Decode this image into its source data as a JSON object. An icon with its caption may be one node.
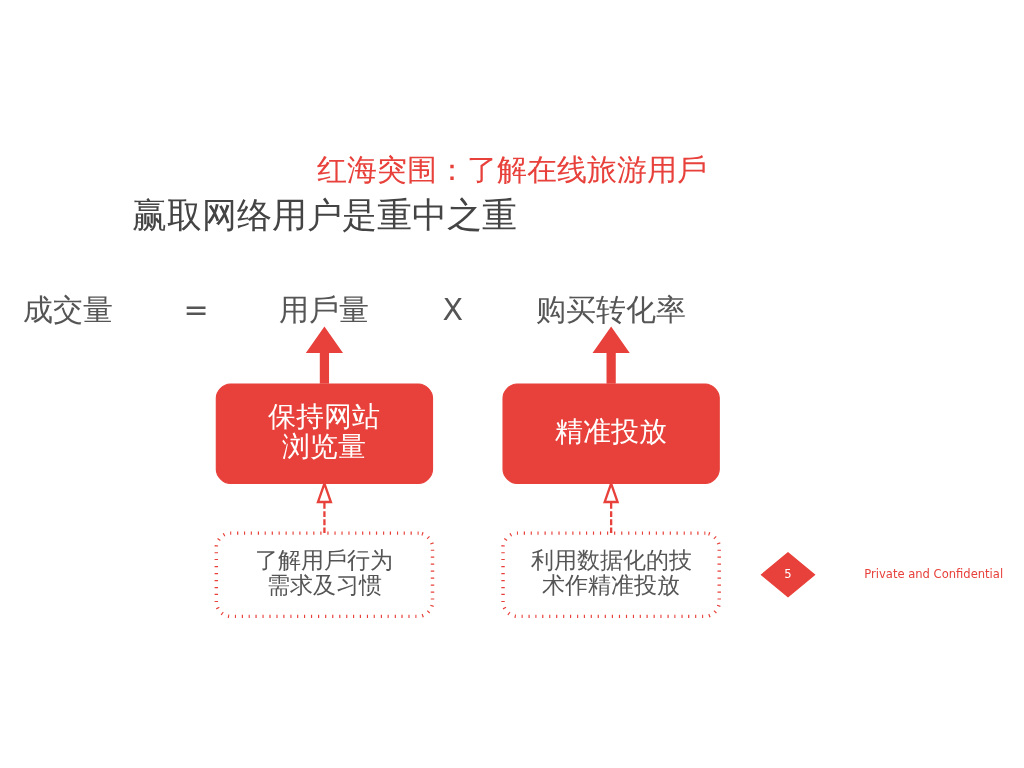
{
  "diagram": {
    "title": "红海突围：了解在线旅游用戶",
    "nodes": [
      {
        "text": [
          "用戶量"
        ]
      },
      {
        "text": [
          "购买转化率"
        ]
      },
      {
        "text": [
          "保持网站浏览量"
        ]
      },
      {
        "text": [
          "精准投放"
        ]
      },
      {
        "text": [
          "了解用戶行为需求及习惯"
        ]
      },
      {
        "text": [
          "利用数据化的技术作精准投放"
        ]
      },
      {
        "text": [
          "5"
        ]
      }
    ],
    "edges": [
      {
        "from": 2,
        "to": 0,
        "arrow": "to",
        "style": "thick"
      },
      {
        "from": 3,
        "to": 1,
        "arrow": "to",
        "style": "thick"
      },
      {
        "from": 4,
        "to": 2,
        "arrow": "to",
        "style": "dashed"
      },
      {
        "from": 5,
        "to": 3,
        "arrow": "to",
        "style": "dashed"
      }
    ],
    "labels": [
      "赢取网络用户是重中之重",
      "成交量",
      "=",
      "X",
      "Private and Confidential"
    ]
  }
}
